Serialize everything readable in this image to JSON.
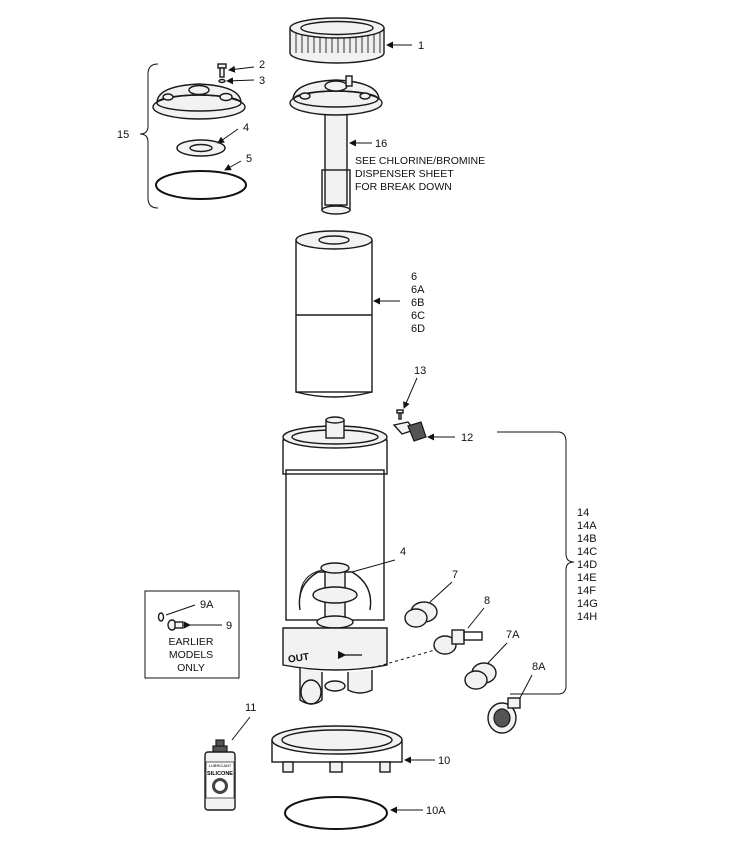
{
  "labels": {
    "p1": "1",
    "p2": "2",
    "p3": "3",
    "p4a": "4",
    "p5": "5",
    "p15": "15",
    "p16": "16",
    "p6": [
      "6",
      "6A",
      "6B",
      "6C",
      "6D"
    ],
    "p13": "13",
    "p12": "12",
    "p14": [
      "14",
      "14A",
      "14B",
      "14C",
      "14D",
      "14E",
      "14F",
      "14G",
      "14H"
    ],
    "p4b": "4",
    "p7": "7",
    "p8": "8",
    "p7a": "7A",
    "p8a": "8A",
    "p9a": "9A",
    "p9": "9",
    "p11": "11",
    "p10": "10",
    "p10a": "10A"
  },
  "notes": {
    "dispenser": [
      "SEE CHLORINE/BROMINE",
      "DISPENSER SHEET",
      "FOR BREAK DOWN"
    ],
    "earlier": [
      "EARLIER",
      "MODELS",
      "ONLY"
    ]
  },
  "housing_text": "OUT",
  "bottle": {
    "label_top": "LUBRICANT",
    "label_main": "SILICONE"
  }
}
